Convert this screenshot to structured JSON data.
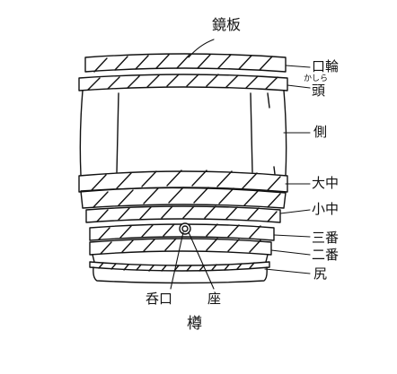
{
  "diagram": {
    "title": "樽",
    "labels": {
      "kagami_ita": "鏡板",
      "kuchiwa": "口輪",
      "kashira_ruby": "かしら",
      "kashira": "頭",
      "gawa": "側",
      "oonaka": "大中",
      "konaka": "小中",
      "sanban": "三番",
      "niban": "二番",
      "shiri": "尻",
      "nomikuchi": "呑口",
      "za": "座"
    },
    "line_color": "#111111"
  }
}
